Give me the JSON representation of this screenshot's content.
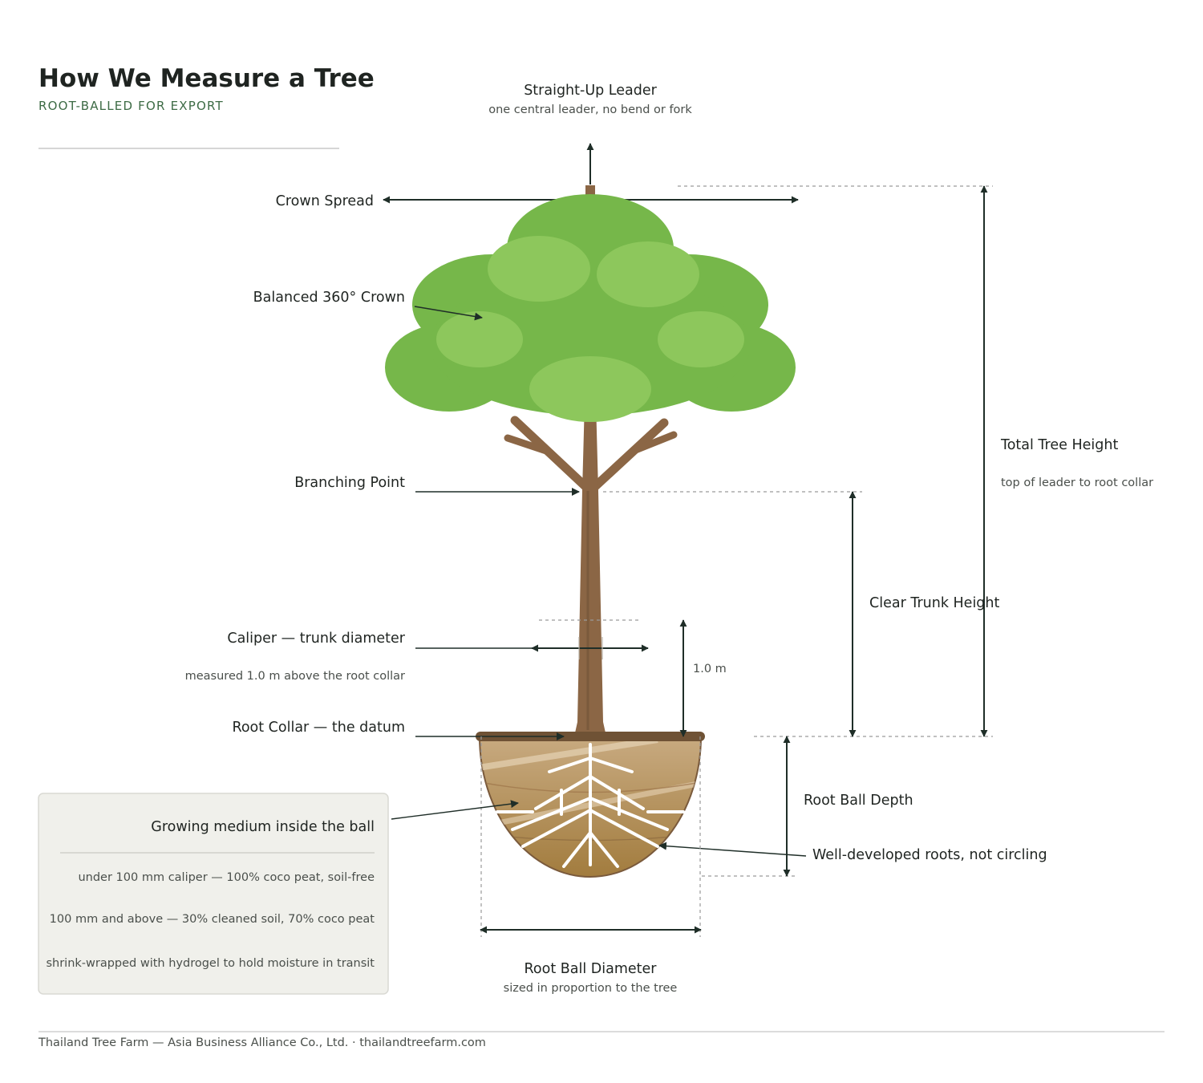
{
  "header": {
    "title": "How We Measure a Tree",
    "subtitle": "ROOT-BALLED FOR EXPORT"
  },
  "labels": {
    "leader_title": "Straight-Up Leader",
    "leader_sub": "one central leader, no bend or fork",
    "crown_spread": "Crown Spread",
    "balanced_crown": "Balanced 360° Crown",
    "branching_point": "Branching Point",
    "caliper_title": "Caliper — trunk diameter",
    "caliper_sub": "measured 1.0 m above the root collar",
    "one_meter": "1.0 m",
    "root_collar": "Root Collar — the datum",
    "total_height_title": "Total Tree Height",
    "total_height_sub": "top of leader to root collar",
    "clear_trunk": "Clear Trunk Height",
    "root_ball_depth": "Root Ball Depth",
    "roots": "Well-developed roots, not circling",
    "root_ball_diameter_title": "Root Ball Diameter",
    "root_ball_diameter_sub": "sized in proportion to the tree"
  },
  "medium_box": {
    "title": "Growing medium inside the ball",
    "lines": [
      "under 100 mm caliper — 100% coco peat, soil-free",
      "100 mm and above — 30% cleaned soil, 70% coco peat",
      "shrink-wrapped with hydrogel to hold moisture in transit"
    ]
  },
  "footer": {
    "text": "Thailand Tree Farm — Asia Business Alliance Co., Ltd. · thailandtreefarm.com"
  },
  "colors": {
    "crown_dark": "#76b74a",
    "crown_light": "#8dc75c",
    "trunk": "#8b6645",
    "soil_top": "#c8aa80",
    "soil_bottom": "#a27c3e",
    "ink": "#1f2e28",
    "accent_green": "#3d6b45"
  }
}
